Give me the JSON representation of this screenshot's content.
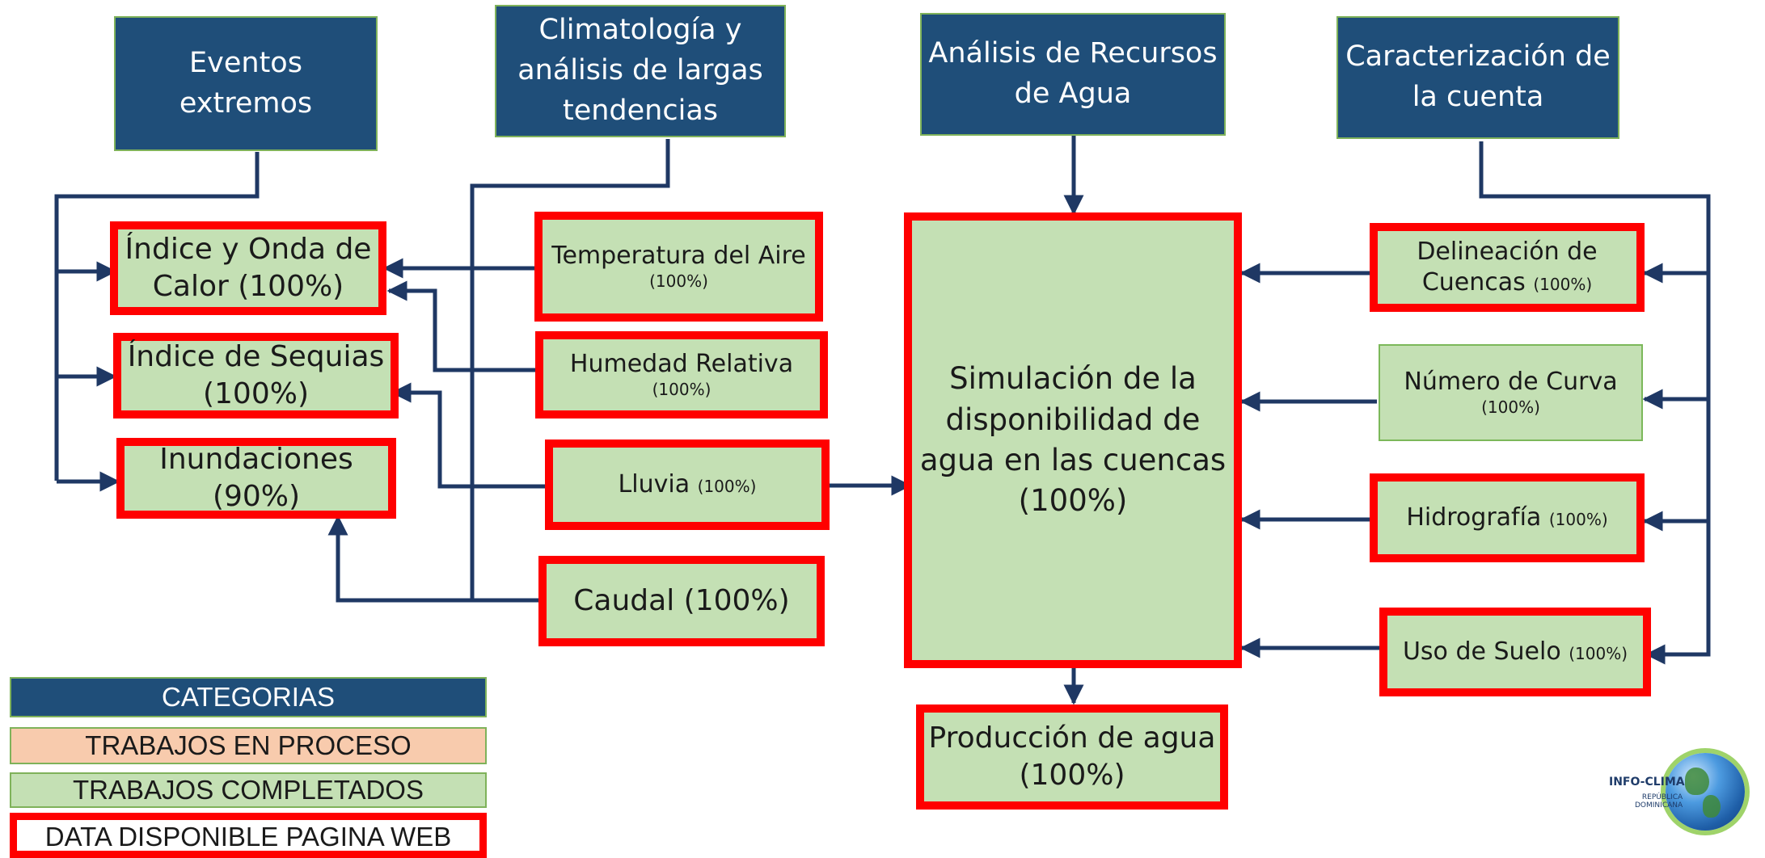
{
  "categories": {
    "eventos": [
      "Eventos",
      "extremos"
    ],
    "climatologia": [
      "Climatología y",
      "análisis de largas",
      "tendencias"
    ],
    "recursos": [
      "Análisis de Recursos",
      "de Agua"
    ],
    "cuenta": [
      "Caracterización de",
      "la cuenta"
    ]
  },
  "nodes": {
    "calor": [
      "Índice y Onda de",
      "Calor (100%)"
    ],
    "sequias": [
      "Índice de Sequias",
      "(100%)"
    ],
    "inundaciones": [
      "Inundaciones",
      "(90%)"
    ],
    "temperatura": {
      "label": "Temperatura del Aire",
      "pct": "(100%)"
    },
    "humedad": {
      "label": "Humedad Relativa",
      "pct": "(100%)"
    },
    "lluvia": {
      "label": "Lluvia",
      "pct": "(100%)"
    },
    "caudal": "Caudal (100%)",
    "simulacion": [
      "Simulación de la",
      "disponibilidad de",
      "agua en las cuencas",
      "(100%)"
    ],
    "produccion": [
      "Producción de agua",
      "(100%)"
    ],
    "delineacion": {
      "line1": "Delineación de",
      "label": "Cuencas",
      "pct": "(100%)"
    },
    "curva": {
      "label": "Número de Curva",
      "pct": "(100%)"
    },
    "hidrografia": {
      "label": "Hidrografía",
      "pct": "(100%)"
    },
    "suelo": {
      "label": "Uso de Suelo",
      "pct": "(100%)"
    }
  },
  "legend": {
    "title": "CATEGORIAS",
    "in_process": "TRABAJOS EN PROCESO",
    "completed": "TRABAJOS COMPLETADOS",
    "web": "DATA DISPONIBLE PAGINA WEB"
  },
  "logo": {
    "title": "INFO-CLIMA",
    "sub": [
      "REPÚBLICA",
      "DOMINICANA"
    ]
  },
  "colors": {
    "category_fill": "#1f4e79",
    "completed_fill": "#c4e0b4",
    "in_process_fill": "#f8cbad",
    "web_border": "#ff0000",
    "connector": "#1f3864"
  }
}
